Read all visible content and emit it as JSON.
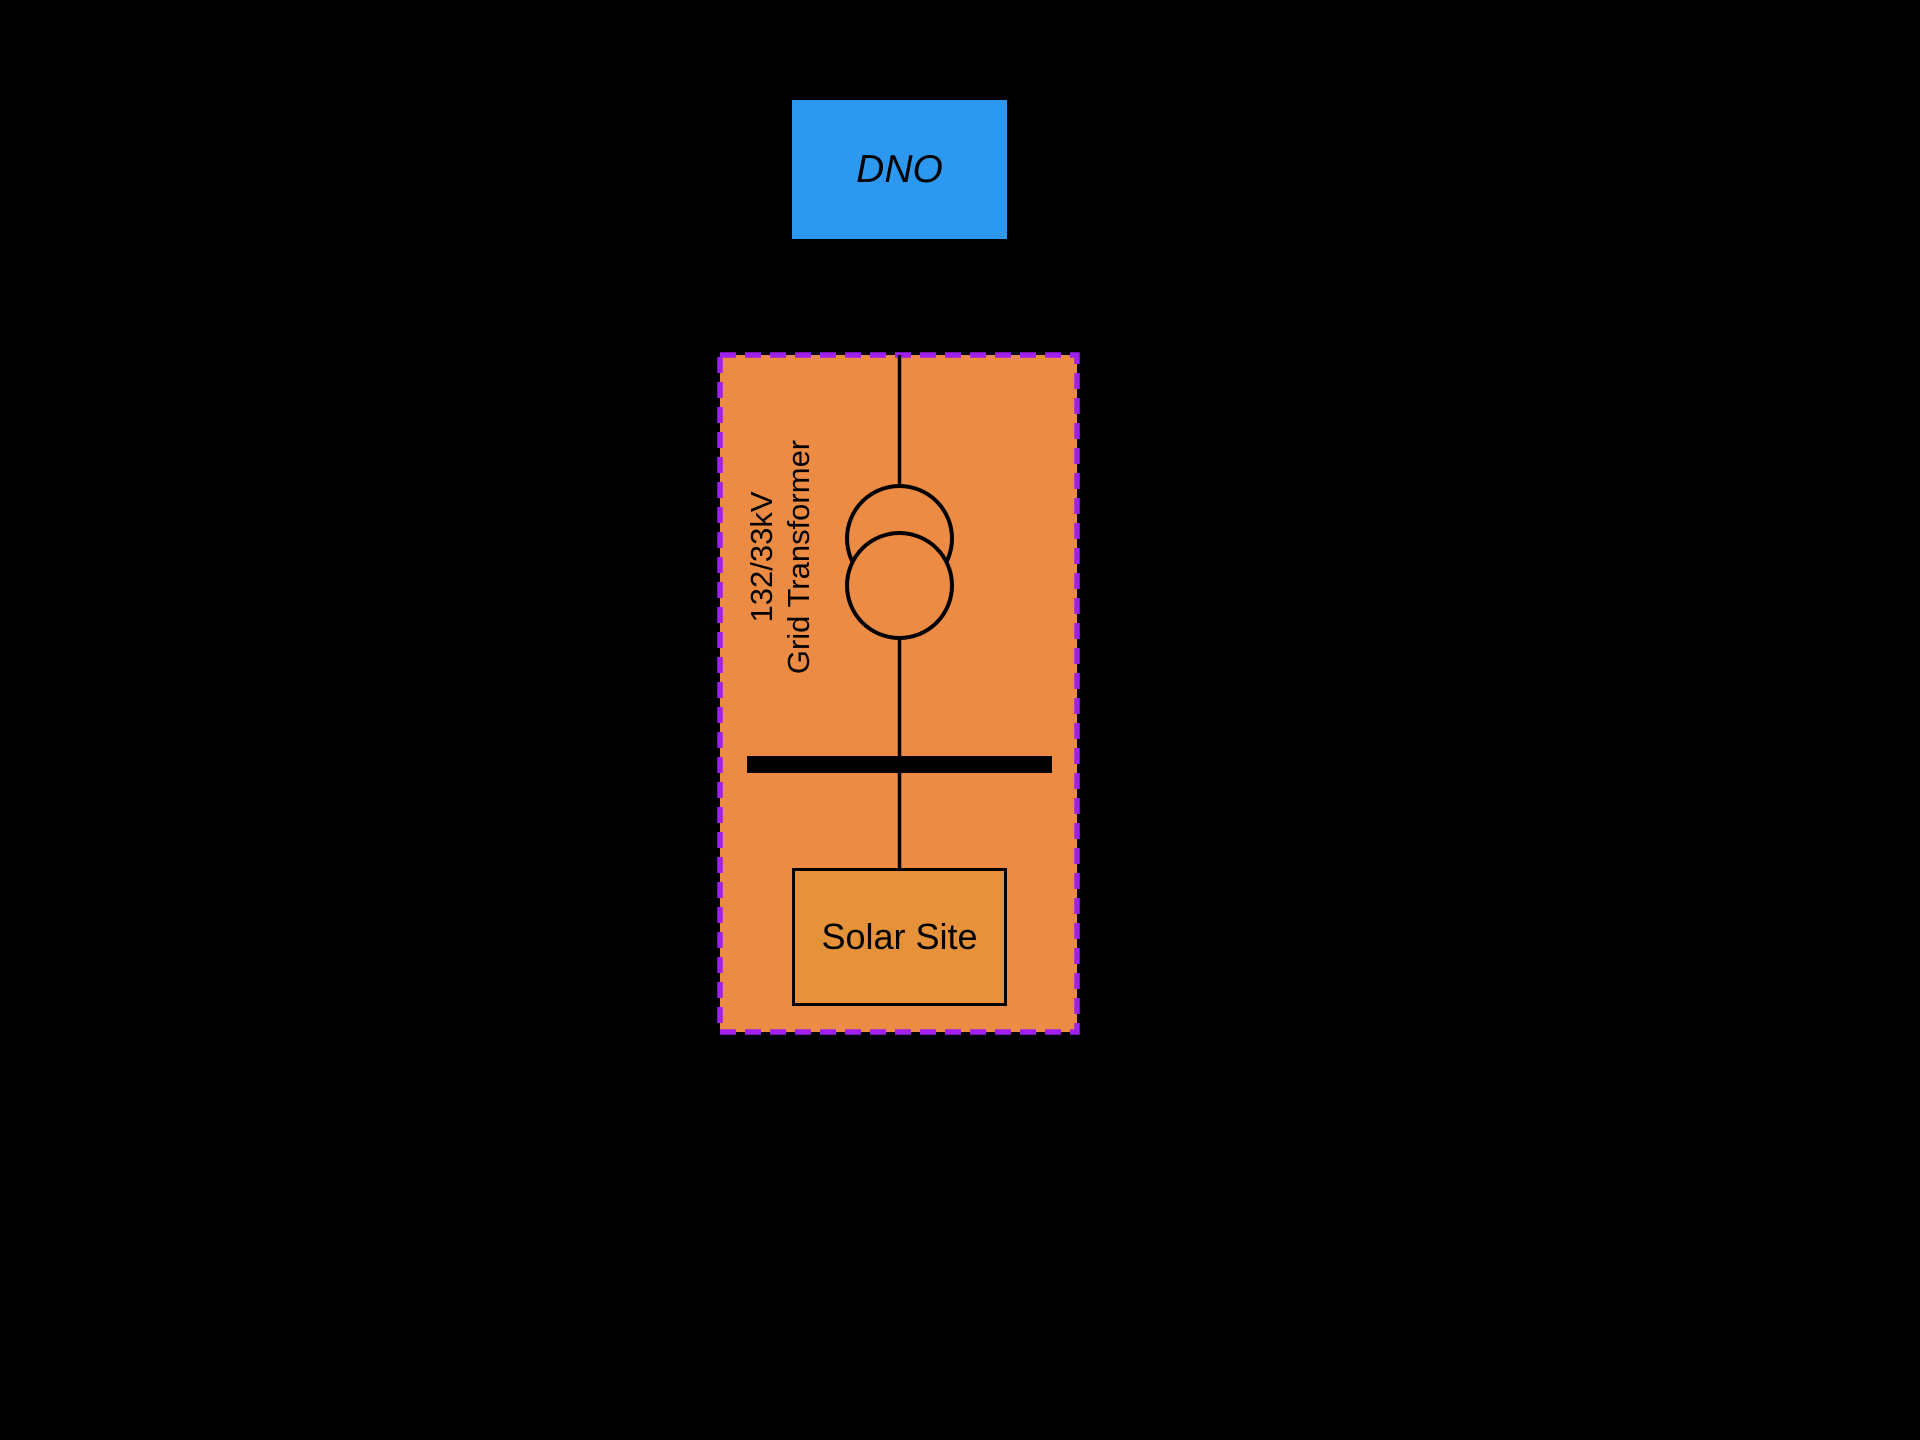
{
  "diagram": {
    "nodes": {
      "dno": {
        "label": "DNO"
      },
      "solar_site": {
        "label": "Solar Site"
      }
    },
    "transformer_label": {
      "line1": "132/33kV",
      "line2": "Grid Transformer"
    },
    "colors": {
      "background": "#000000",
      "dno_fill": "#2C98F0",
      "region_fill": "#EC8B43",
      "region_border": "#A020F0",
      "solar_fill": "#E6923B",
      "line": "#000000"
    }
  }
}
